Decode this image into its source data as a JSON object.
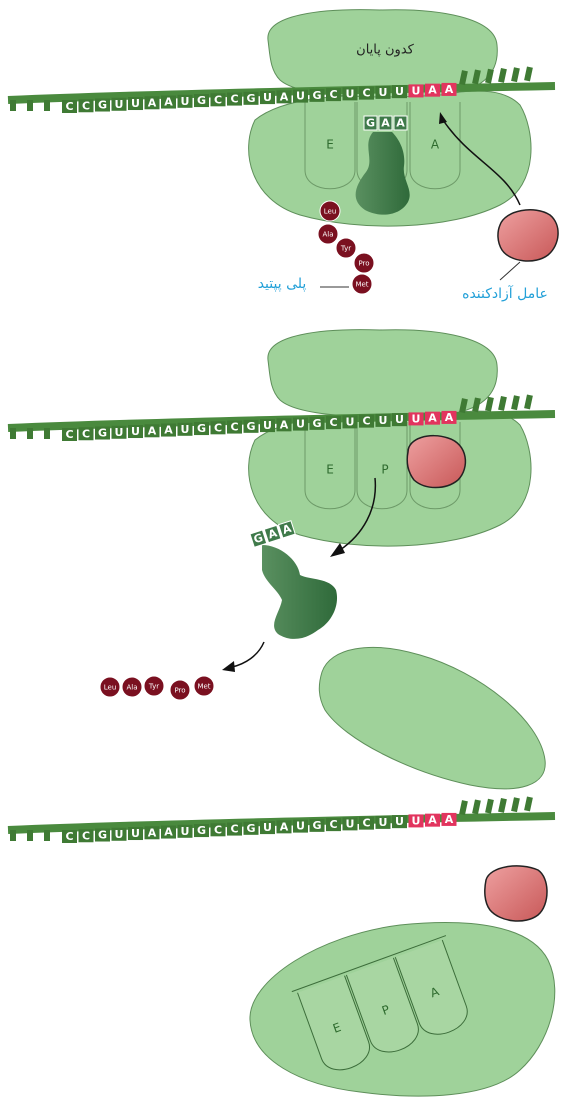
{
  "colors": {
    "mrna": "#4a8a3e",
    "mrna_dark": "#3f7a34",
    "ribosome": "#9fd29a",
    "ribosome_stroke": "#5e8f5a",
    "stop_codon": "#e2345e",
    "trna": "#3f7a4a",
    "amino_acid": "#7a1020",
    "release_factor": "#d96b6b",
    "label_blue": "#22a0d8"
  },
  "mrna_sequence": [
    "C",
    "C",
    "G",
    "U",
    "U",
    "A",
    "A",
    "U",
    "G",
    "C",
    "C",
    "G",
    "U",
    "A",
    "U",
    "G",
    "C",
    "U",
    "C",
    "U",
    "U",
    "U",
    "A",
    "A"
  ],
  "stop_codon": [
    "U",
    "A",
    "A"
  ],
  "anticodon": [
    "G",
    "A",
    "A"
  ],
  "sites": {
    "e": "E",
    "p": "P",
    "a": "A"
  },
  "amino_acids": [
    "Leu",
    "Ala",
    "Tyr",
    "Pro",
    "Met"
  ],
  "labels": {
    "stop_codon": "کدون پایان",
    "release_factor": "عامل آزادکننده",
    "polypeptide": "پلی پپتید"
  }
}
